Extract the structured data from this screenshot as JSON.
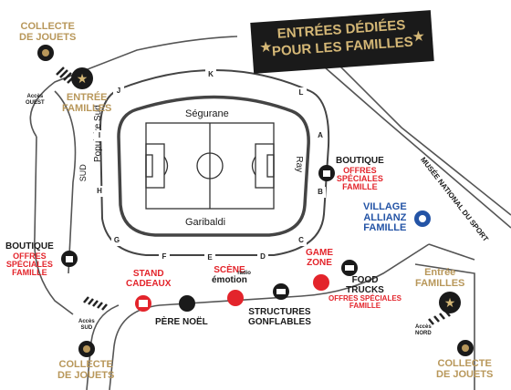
{
  "banner": {
    "line1": "ENTRÉES DÉDIÉES",
    "line2": "POUR LES FAMILLES"
  },
  "stands": {
    "sud": "SUD",
    "segurane": "Ségurane",
    "garibaldi": "Garibaldi",
    "populaire_sud": "Populaire Sud",
    "ray": "Ray"
  },
  "gates": [
    "K",
    "J",
    "L",
    "I",
    "A",
    "H",
    "B",
    "G",
    "F",
    "E",
    "D",
    "C"
  ],
  "access": {
    "ouest": {
      "line1": "Accès",
      "line2": "OUEST"
    },
    "sud": {
      "line1": "Accès",
      "line2": "SUD"
    },
    "nord": {
      "line1": "Accès",
      "line2": "NORD"
    }
  },
  "collecte_top": {
    "line1": "COLLECTE",
    "line2": "DE JOUETS"
  },
  "collecte_bottom_left": {
    "line1": "COLLECTE",
    "line2": "DE JOUETS"
  },
  "collecte_bottom_right": {
    "line1": "COLLECTE",
    "line2": "DE JOUETS"
  },
  "entree_west": {
    "line1": "ENTRÉE",
    "line2": "FAMILLES"
  },
  "entree_east": {
    "line1": "Entrée",
    "line2": "FAMILLES"
  },
  "boutique_right": {
    "title": "BOUTIQUE",
    "l1": "OFFRES",
    "l2": "SPÉCIALES",
    "l3": "FAMILLE"
  },
  "boutique_left": {
    "title": "BOUTIQUE",
    "l1": "OFFRES",
    "l2": "SPÉCIALES",
    "l3": "FAMILLE"
  },
  "village": {
    "l1": "VILLAGE",
    "l2": "ALLIANZ",
    "l3": "FAMILLE"
  },
  "musee": "MUSÉE NATIONAL DU SPORT",
  "game_zone": {
    "l1": "GAME",
    "l2": "ZONE"
  },
  "food_trucks": {
    "l1": "FOOD",
    "l2": "TRUCKS",
    "l3": "OFFRES SPÉCIALES",
    "l4": "FAMILLE"
  },
  "stand_cadeaux": {
    "l1": "STAND",
    "l2": "CADEAUX"
  },
  "scene": {
    "l1": "SCÈNE",
    "radio": "radio",
    "l2": "émotion"
  },
  "pere_noel": "PÈRE NOËL",
  "structures": {
    "l1": "STRUCTURES",
    "l2": "GONFLABLES"
  },
  "colors": {
    "gold": "#b8975a",
    "red": "#e3242b",
    "blue": "#2454a6",
    "dark": "#1a1a1a",
    "road": "#555555"
  }
}
